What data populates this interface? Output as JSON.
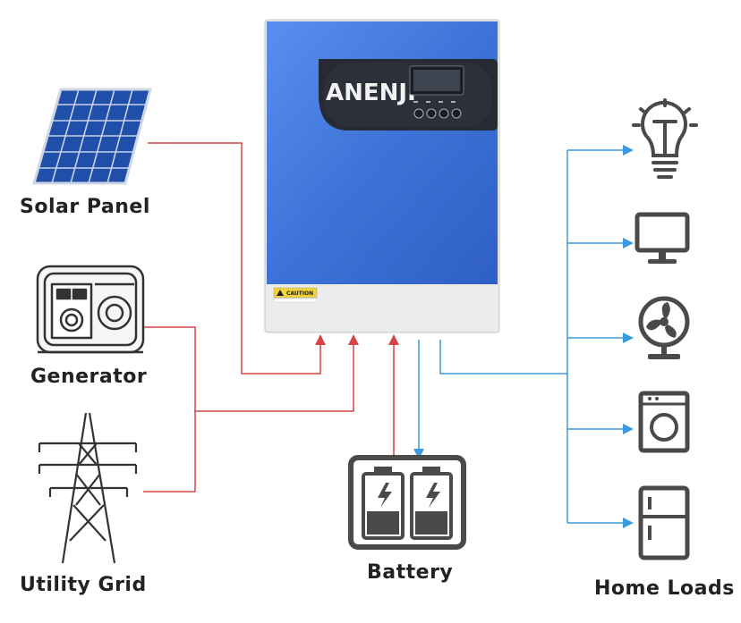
{
  "sources": {
    "solar_panel": "Solar Panel",
    "generator": "Generator",
    "utility_grid": "Utility Grid"
  },
  "storage": {
    "battery": "Battery"
  },
  "loads": {
    "title": "Home Loads"
  },
  "inverter": {
    "brand": "ANENJI",
    "caution_label": "CAUTION"
  },
  "colors": {
    "input_line": "#d64545",
    "output_line": "#3a9bdc",
    "inverter_body": "#3d73d8",
    "icon_gray": "#4a4a4a"
  },
  "icons": [
    "solar-panel-icon",
    "generator-icon",
    "utility-tower-icon",
    "battery-icon",
    "light-bulb-icon",
    "monitor-icon",
    "fan-icon",
    "washing-machine-icon",
    "refrigerator-icon"
  ]
}
